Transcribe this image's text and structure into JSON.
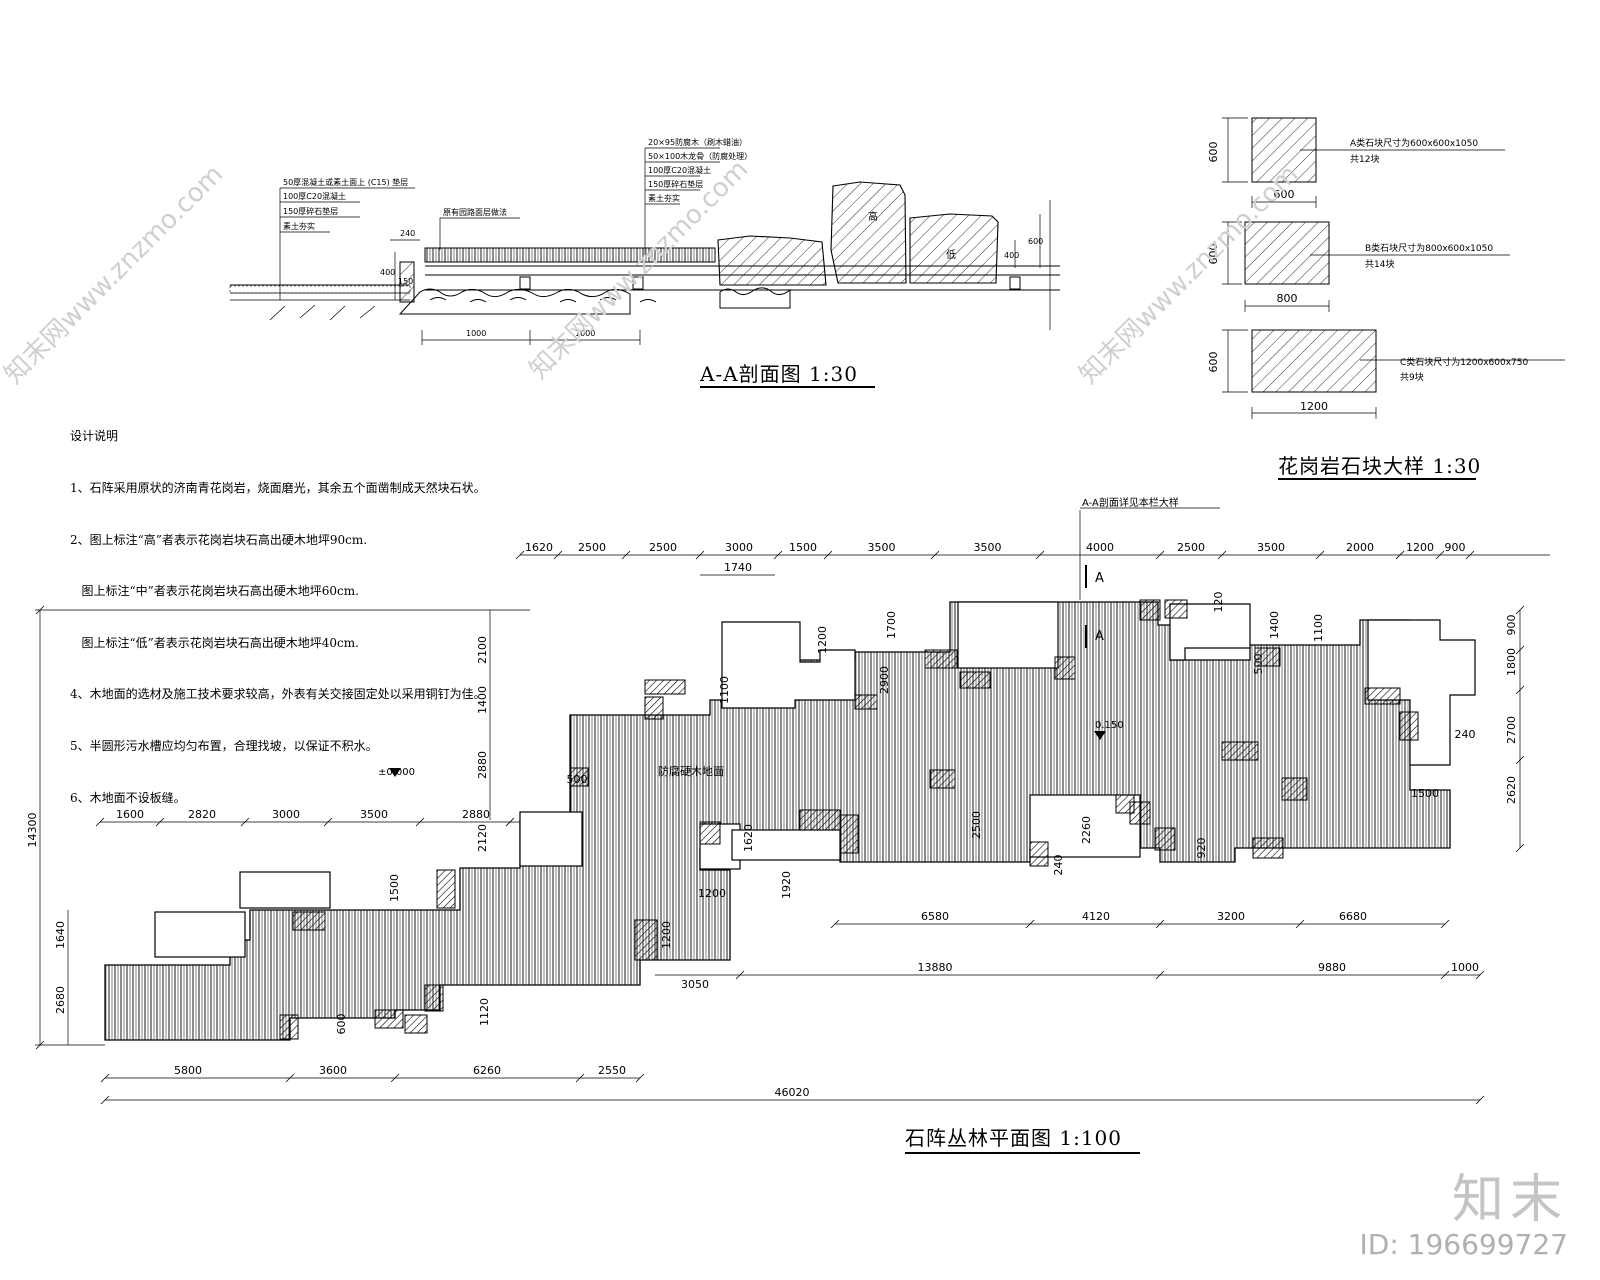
{
  "section": {
    "title": "A-A剖面图  1:30",
    "layers_left": [
      "50厚混凝土或素土面上 (C15) 垫层",
      "100厚C20混凝土",
      "150厚碎石垫层",
      "素土夯实"
    ],
    "layers_right": [
      "20×95防腐木（刷木蜡油）",
      "50×100木龙骨（防腐处理）",
      "100厚C20混凝土",
      "150厚碎石垫层",
      "素土夯实"
    ],
    "note_mid": "原有园路面层做法",
    "rock_labels": [
      "高",
      "低"
    ],
    "dims": [
      "240",
      "400",
      "150",
      "1000",
      "1000",
      "400",
      "600"
    ]
  },
  "stone_detail": {
    "title": "花岗岩石块大样  1:30",
    "items": [
      {
        "width": "600",
        "height": "600",
        "note1": "A类石块尺寸为600x600x1050",
        "note2": "共12块"
      },
      {
        "width": "800",
        "height": "600",
        "note1": "B类石块尺寸为800x600x1050",
        "note2": "共14块"
      },
      {
        "width": "1200",
        "height": "600",
        "note1": "C类石块尺寸为1200x600x750",
        "note2": "共9块"
      }
    ]
  },
  "notes": {
    "heading": "设计说明",
    "lines": [
      "1、石阵采用原状的济南青花岗岩，烧面磨光，其余五个面凿制成天然块石状。",
      "2、图上标注“高”者表示花岗岩块石高出硬木地坪90cm.",
      "   图上标注“中”者表示花岗岩块石高出硬木地坪60cm.",
      "   图上标注“低”者表示花岗岩块石高出硬木地坪40cm.",
      "4、木地面的选材及施工技术要求较高，外表有关交接固定处以采用铜钉为佳。",
      "5、半圆形污水槽应均匀布置，合理找坡，以保证不积水。",
      "6、木地面不设板缝。"
    ]
  },
  "plan": {
    "title": "石阵丛林平面图  1:100",
    "section_callout": "A-A剖面详见本栏大样",
    "section_marks": [
      "A",
      "A"
    ],
    "label_wood": "防腐硬木地面",
    "elev_left": "±0.000",
    "elev_right": "0.150",
    "dims_top": [
      "1620",
      "2500",
      "2500",
      "3000",
      "1500",
      "3500",
      "3500",
      "4000",
      "2500",
      "3500",
      "2000",
      "1200",
      "900"
    ],
    "dims_top_inner": [
      "1740",
      "1200",
      "1700",
      "120",
      "1400",
      "1100"
    ],
    "dims_right": [
      "900",
      "1800",
      "2700",
      "2620"
    ],
    "dims_left_mid": [
      "2100",
      "1400",
      "2880",
      "2120",
      "1500"
    ],
    "dims_left_lower": [
      "1600",
      "2820",
      "3000",
      "3500",
      "2880"
    ],
    "dims_left_outer": [
      "14300",
      "1640",
      "2680"
    ],
    "dims_bottom_row1": [
      "6580",
      "4120",
      "3200",
      "6680"
    ],
    "dims_bottom_row2": [
      "13880",
      "9880",
      "1000"
    ],
    "dims_bottom_row3": [
      "5800",
      "3600",
      "6260",
      "2550"
    ],
    "dims_total": "46020",
    "dims_misc": [
      "3050",
      "1120",
      "1200",
      "1920",
      "1620",
      "2500",
      "2260",
      "240",
      "920",
      "1500",
      "240",
      "2900",
      "1100",
      "500",
      "600",
      "500",
      "1200"
    ]
  },
  "watermark": {
    "logo": "知末",
    "id": "ID: 196699727",
    "diag": [
      "知末网www.znzmo.com",
      "知末网www.znzmo.com",
      "知末网www.znzmo.com"
    ]
  }
}
